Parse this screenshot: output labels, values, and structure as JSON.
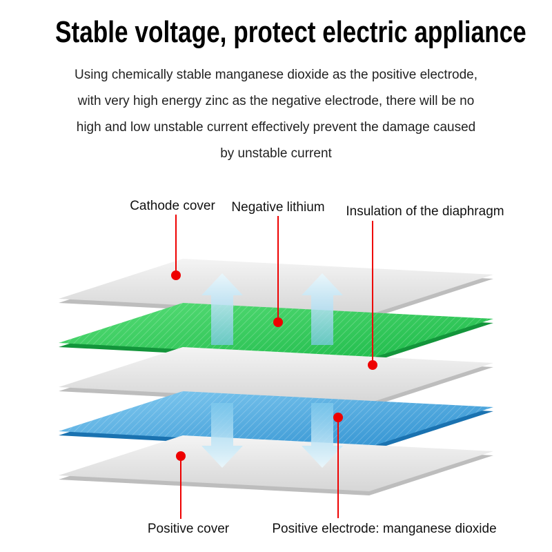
{
  "title": "Stable voltage, protect electric appliance",
  "description": {
    "lines": [
      "Using chemically stable manganese dioxide as the positive electrode,",
      "with very high energy zinc as the negative electrode, there will be no",
      "high and low unstable current effectively prevent the damage caused",
      "by unstable current"
    ]
  },
  "diagram": {
    "labels": {
      "cathode_cover": "Cathode cover",
      "negative_lithium": "Negative lithium",
      "insulation": "Insulation of the diaphragm",
      "positive_cover": "Positive cover",
      "positive_electrode": "Positive electrode: manganese dioxide"
    },
    "layers_top_to_bottom": [
      {
        "label": "Cathode cover",
        "color": "#dcdcdc"
      },
      {
        "label": "Negative lithium",
        "color": "#2fc456"
      },
      {
        "label": "Insulation of the diaphragm",
        "color": "#dcdcdc"
      },
      {
        "label": "Positive electrode: manganese dioxide",
        "color": "#3d9fdb"
      },
      {
        "label": "Positive cover",
        "color": "#dcdcdc"
      }
    ],
    "colors": {
      "marker_red": "#ee0000",
      "arrow_blue": "#8fd2ee",
      "layer_gray": "#dcdcdc",
      "layer_green": "#2fc456",
      "layer_blue": "#3d9fdb"
    }
  }
}
